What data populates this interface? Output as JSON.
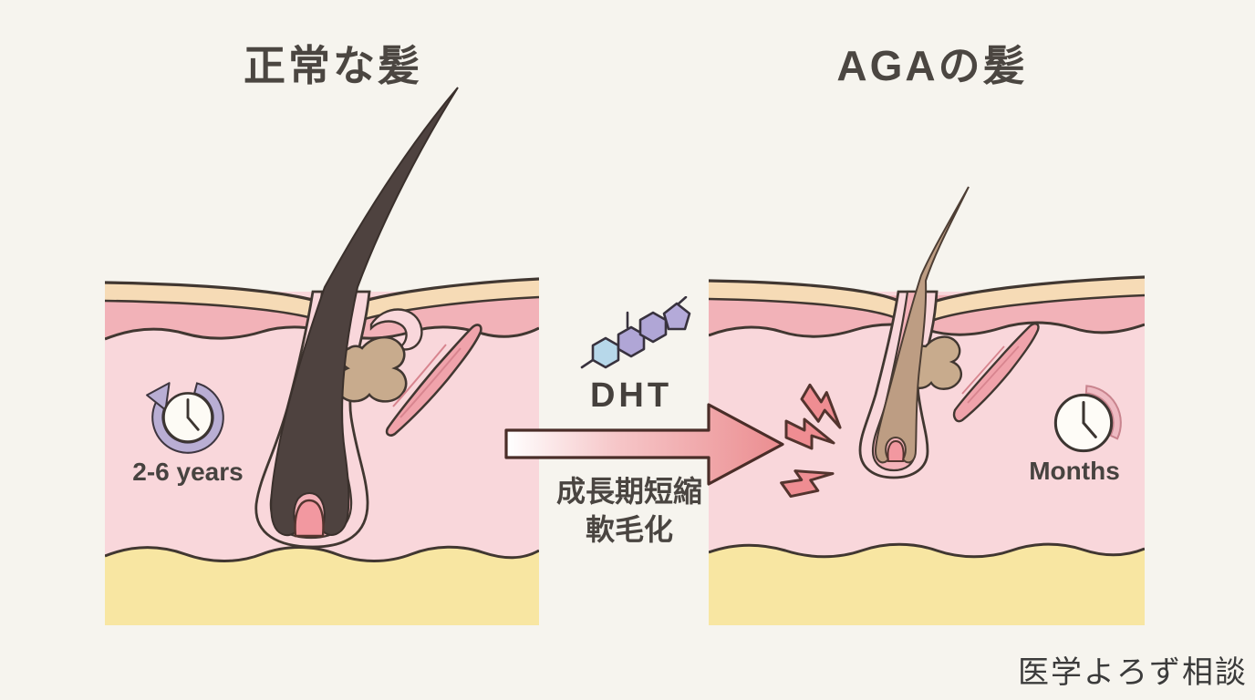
{
  "page": {
    "credit": "医学よろず相談"
  },
  "left_panel": {
    "title": "正常な髪",
    "duration_label": "2-6 years",
    "clock_icon": "cycle-clock-icon"
  },
  "right_panel": {
    "title": "AGAの髪",
    "duration_label": "Months",
    "clock_icon": "partial-clock-icon"
  },
  "center": {
    "molecule_label": "DHT",
    "molecule_icon": "dht-molecule-icon",
    "arrow_icon": "right-transition-arrow",
    "effect_line1": "成長期短縮",
    "effect_line2": "軟毛化"
  },
  "palette": {
    "background": "#f6f4ee",
    "skin_light_pink": "#f9d7db",
    "dermis_pink": "#f2b2b8",
    "epidermis_cream": "#f6dbb6",
    "fat_yellow": "#f8e6a2",
    "outline_dark": "#413731",
    "normal_hair": "#4e423f",
    "aga_hair": "#bd9d83",
    "sebaceous_gland_tan": "#c8ab8d",
    "muscle_pink": "#f0a3ab",
    "papilla_pink": "#f298a0",
    "arrow_gradient_start": "#ffffff",
    "arrow_gradient_end": "#eb8d90",
    "alert_red": "#ef8d92",
    "clock_ring_lavender": "#b9aed4",
    "molecule_blue": "#b7d8ea",
    "molecule_purple": "#b0a6d6"
  }
}
